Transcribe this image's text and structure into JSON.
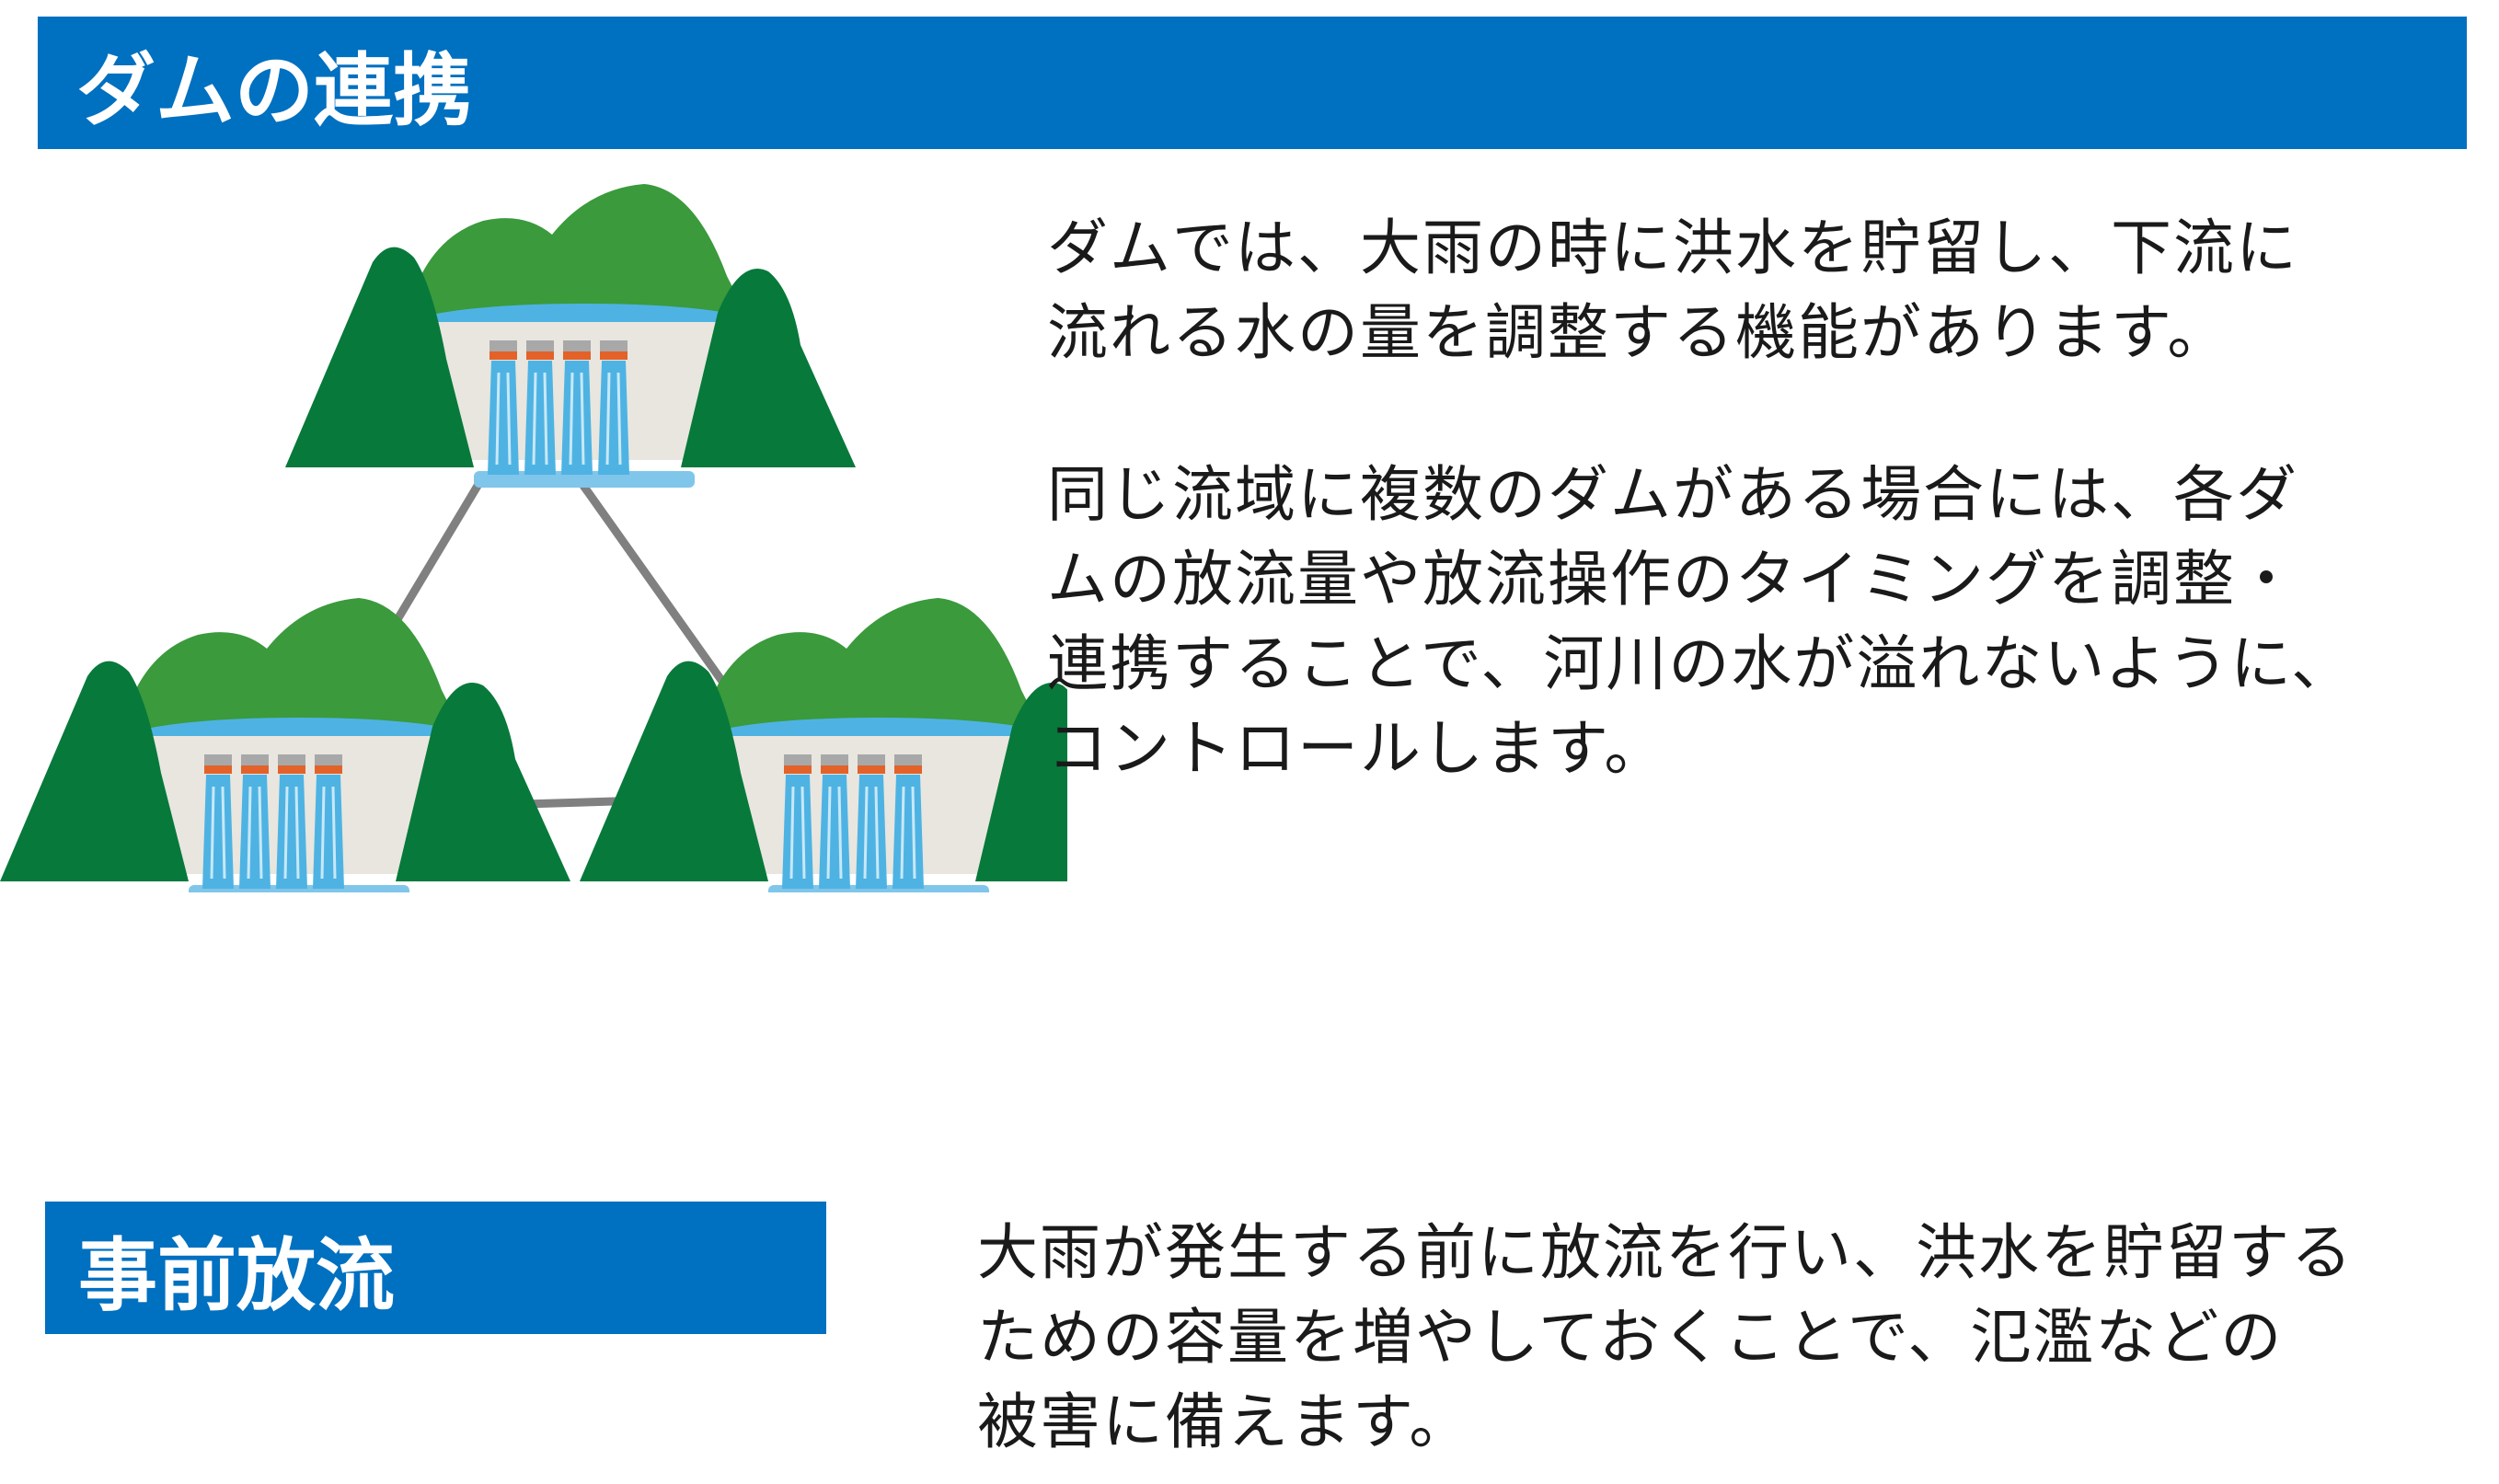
{
  "header": {
    "title": "ダムの連携"
  },
  "section_coordination": {
    "paragraph_1": "ダムでは、大雨の時に洪水を貯留し、下流に\n流れる水の量を調整する機能があります。",
    "paragraph_2": "同じ流域に複数のダムがある場合には、各ダ\nムの放流量や放流操作のタイミングを調整・\n連携することで、河川の水が溢れないように、\nコントロールします。"
  },
  "section_pre_release": {
    "title": "事前放流",
    "paragraph": "大雨が発生する前に放流を行い、洪水を貯留する\nための容量を増やしておくことで、氾濫などの\n被害に備えます。"
  },
  "diagram": {
    "icon": "dam-network-illustration",
    "colors": {
      "banner": "#0070c0",
      "mountain_dark": "#07793b",
      "mountain_light": "#3a9a3c",
      "dam_body": "#e8e6df",
      "water": "#4eb3e3",
      "gate_orange": "#e2622a",
      "gate_grey": "#a8a8a8",
      "connector": "#808080"
    }
  }
}
